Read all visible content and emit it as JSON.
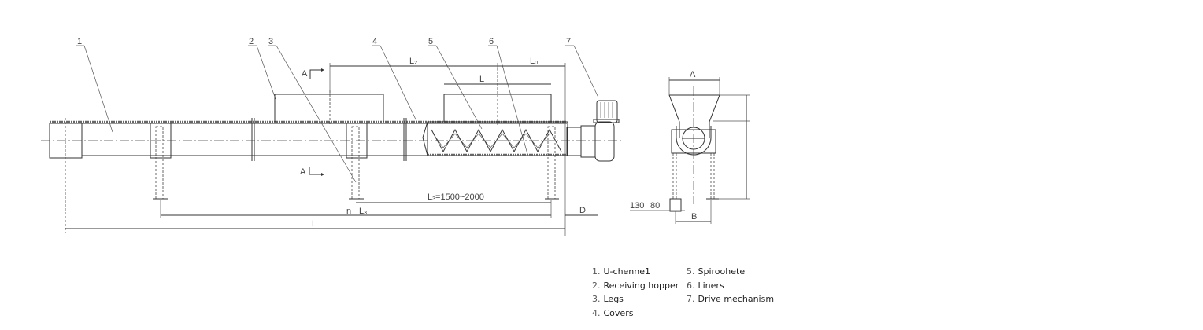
{
  "drawing": {
    "title": "Screw conveyor general arrangement",
    "part_callouts": [
      "1",
      "2",
      "3",
      "4",
      "5",
      "6",
      "7"
    ],
    "section_marks": [
      "A",
      "A"
    ],
    "dimensions": {
      "L2": "L",
      "L2_sub": "2",
      "L0": "L",
      "L0_sub": "0",
      "L_hopper": "L",
      "L3_range": "L",
      "L3_range_sub": "3",
      "L3_range_value": "=1500~2000",
      "n": "n",
      "L3": "L",
      "L3_sub": "3",
      "D": "D",
      "L_total": "L"
    },
    "section_view": {
      "A": "A",
      "B": "B",
      "dim_130": "130",
      "dim_80": "80"
    }
  },
  "legend": {
    "items": [
      {
        "num": "1.",
        "label": "U-chenne1"
      },
      {
        "num": "2.",
        "label": "Receiving hopper"
      },
      {
        "num": "3.",
        "label": "Legs"
      },
      {
        "num": "4.",
        "label": "Covers"
      },
      {
        "num": "5.",
        "label": "Spiroohete"
      },
      {
        "num": "6.",
        "label": "Liners"
      },
      {
        "num": "7.",
        "label": "Drive mechanism"
      }
    ]
  }
}
